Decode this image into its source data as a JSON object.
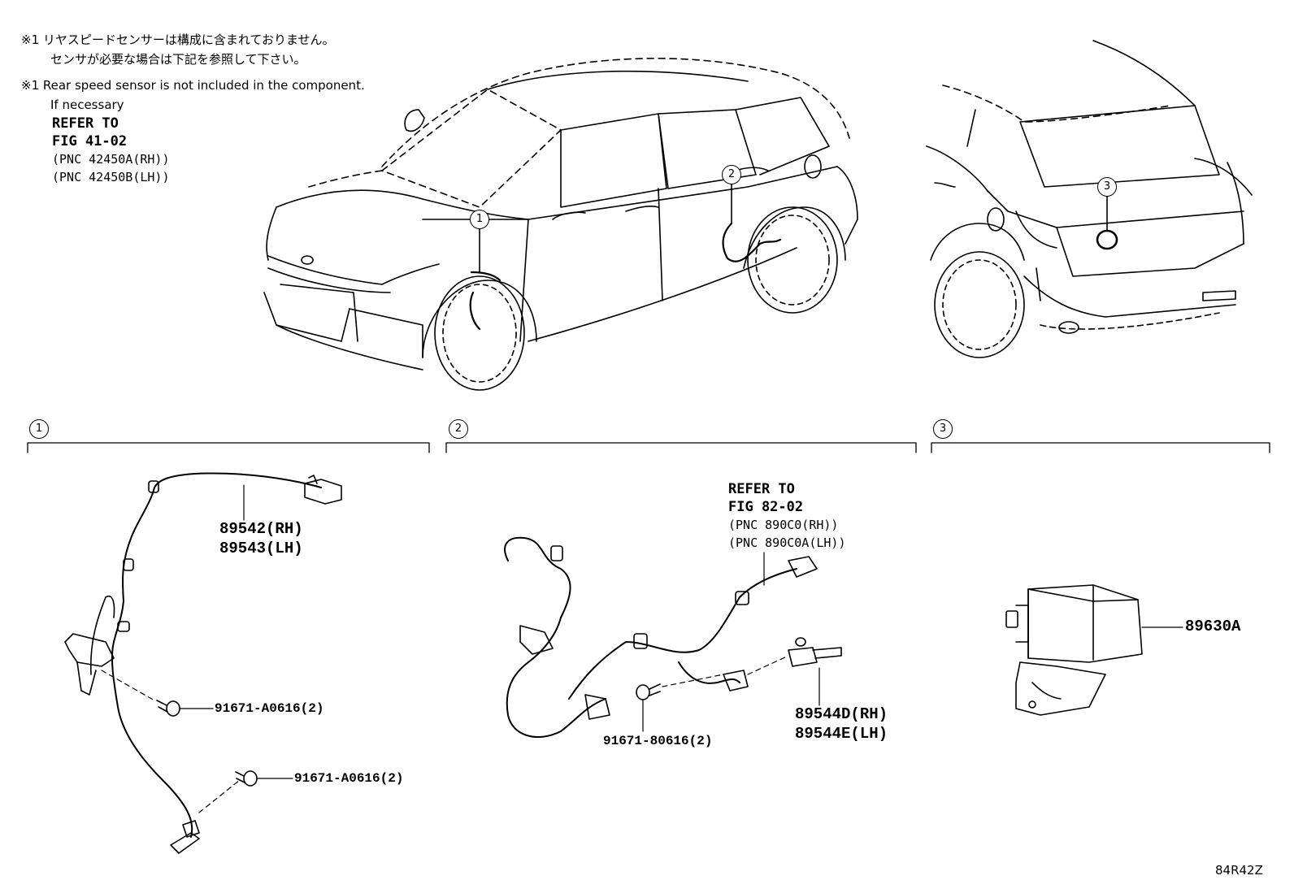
{
  "notes": {
    "jp_line1": "※1 リヤスピードセンサーは構成に含まれておりません。",
    "jp_line2": "センサが必要な場合は下記を参照して下さい。",
    "en_line1": "※1 Rear speed sensor is not included in the component.",
    "en_line2": "If necessary",
    "refer_to": "REFER TO",
    "fig": "FIG 41-02",
    "pnc_rh": "(PNC 42450A(RH))",
    "pnc_lh": "(PNC 42450B(LH))"
  },
  "callouts": [
    "1",
    "2",
    "3"
  ],
  "sections": [
    {
      "id": "1"
    },
    {
      "id": "2"
    },
    {
      "id": "3"
    }
  ],
  "section1": {
    "part_rh": "89542(RH)",
    "part_lh": "89543(LH)",
    "bolt_upper": "91671-A0616(2)",
    "bolt_lower": "91671-A0616(2)"
  },
  "section2": {
    "refer_to": "REFER TO",
    "fig": "FIG 82-02",
    "pnc_rh": "(PNC 890C0(RH))",
    "pnc_lh": "(PNC 890C0A(LH))",
    "bolt": "91671-80616(2)",
    "sensor_rh": "89544D(RH)",
    "sensor_lh": "89544E(LH)"
  },
  "section3": {
    "part": "89630A"
  },
  "diagram_code": "84R42Z"
}
